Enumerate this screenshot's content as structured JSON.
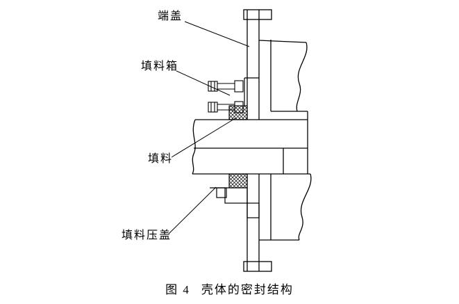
{
  "figure": {
    "labels": {
      "end_cover": "端盖",
      "stuffing_box": "填料箱",
      "packing": "填料",
      "packing_gland": "填料压盖"
    },
    "caption": {
      "number": "图 4",
      "title": "壳体的密封结构"
    }
  },
  "colors": {
    "line": "#000000",
    "background": "#ffffff"
  }
}
